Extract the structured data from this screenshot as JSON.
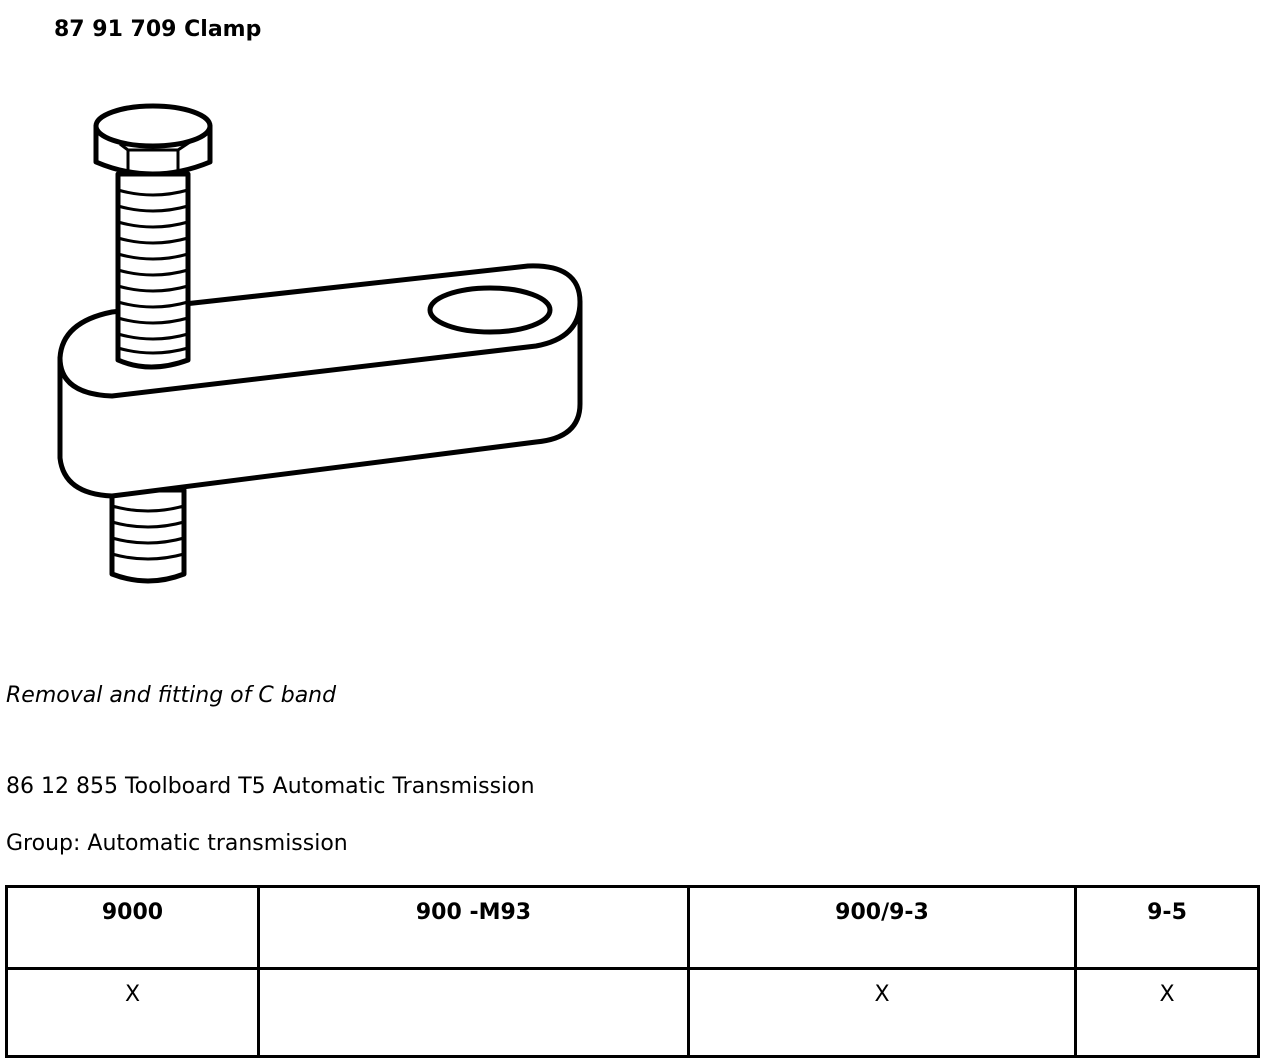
{
  "document": {
    "title": "87 91 709 Clamp",
    "caption": "Removal and fitting of C band",
    "toolboard": "86 12 855 Toolboard T5 Automatic Transmission",
    "group_label": "Group:",
    "group_value": "Automatic transmission"
  },
  "illustration": {
    "icon": "clamp-with-bolt-icon"
  },
  "models_table": {
    "headers": [
      "9000",
      "900 -M93",
      "900/9-3",
      "9-5"
    ],
    "row": [
      "X",
      "",
      "X",
      "X"
    ]
  }
}
